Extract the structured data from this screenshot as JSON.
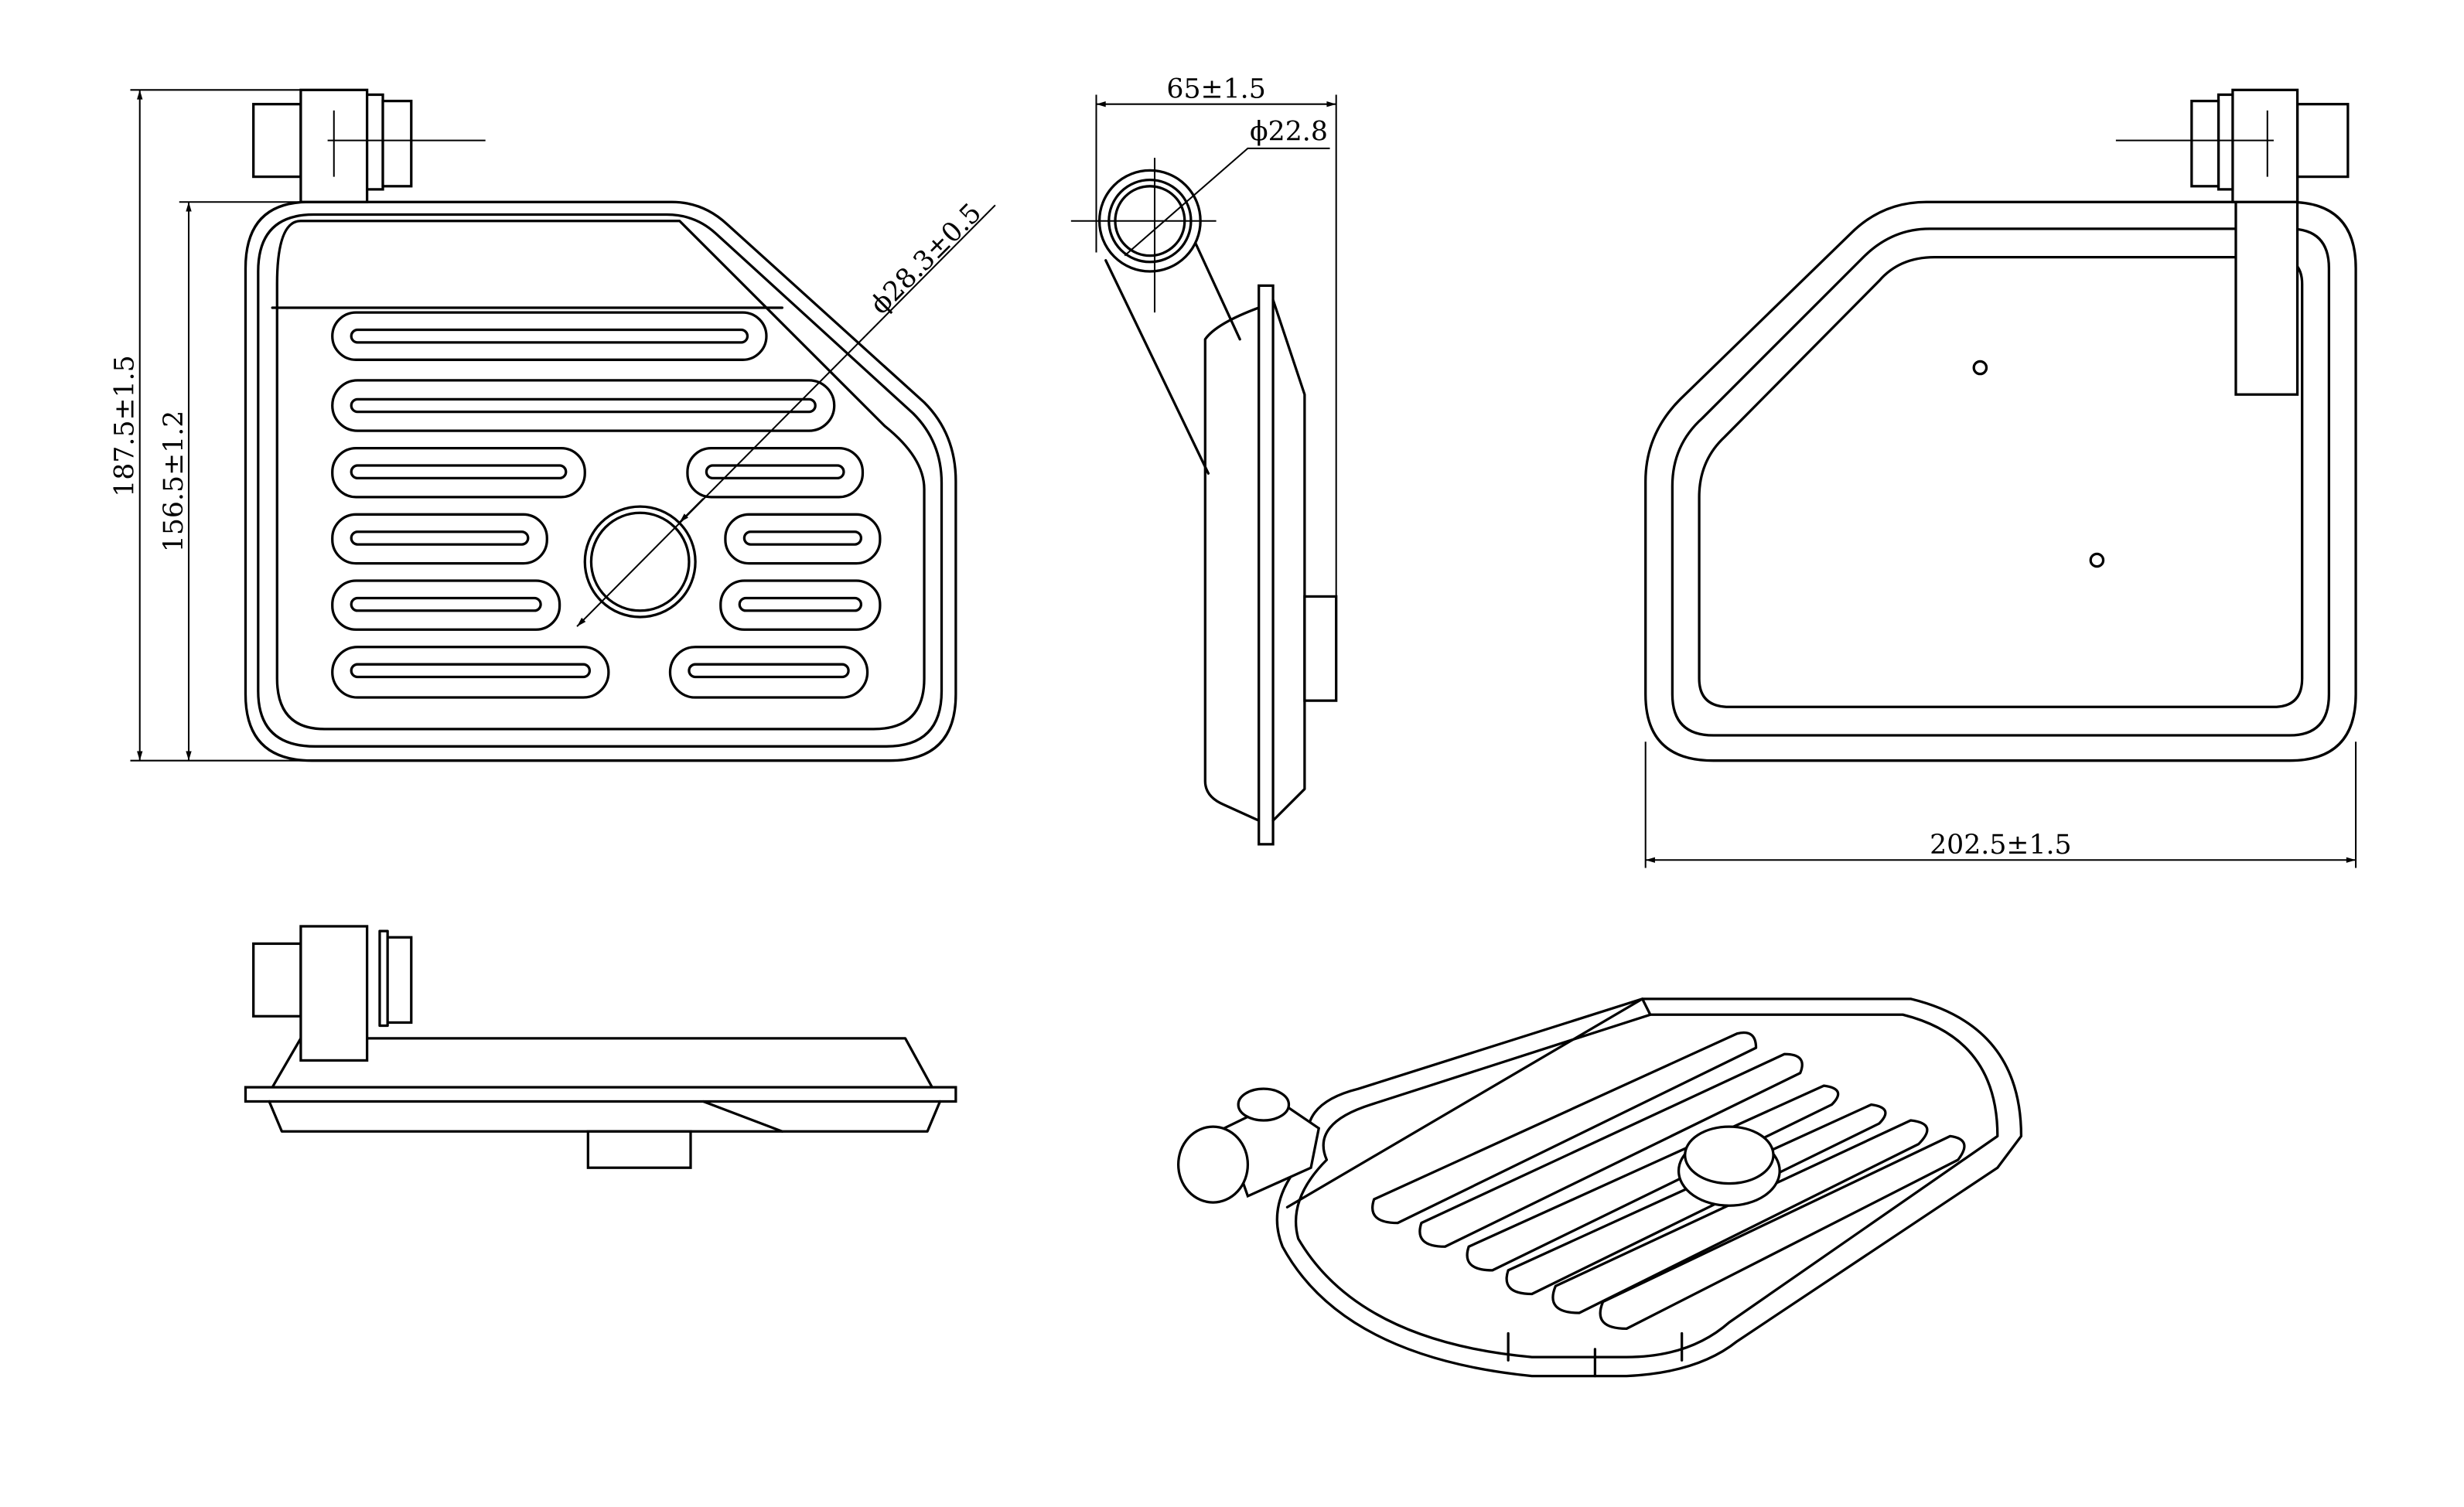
{
  "title": "Transmission filter technical drawing",
  "dimensions": {
    "overall_height": "187.5±1.5",
    "body_height": "156.5±1.2",
    "outlet_diameter": "ϕ28.3±0.5",
    "depth": "65±1.5",
    "pipe_diameter": "ϕ22.8",
    "width": "202.5±1.5"
  },
  "colors": {
    "line": "#000000",
    "background": "#ffffff"
  }
}
